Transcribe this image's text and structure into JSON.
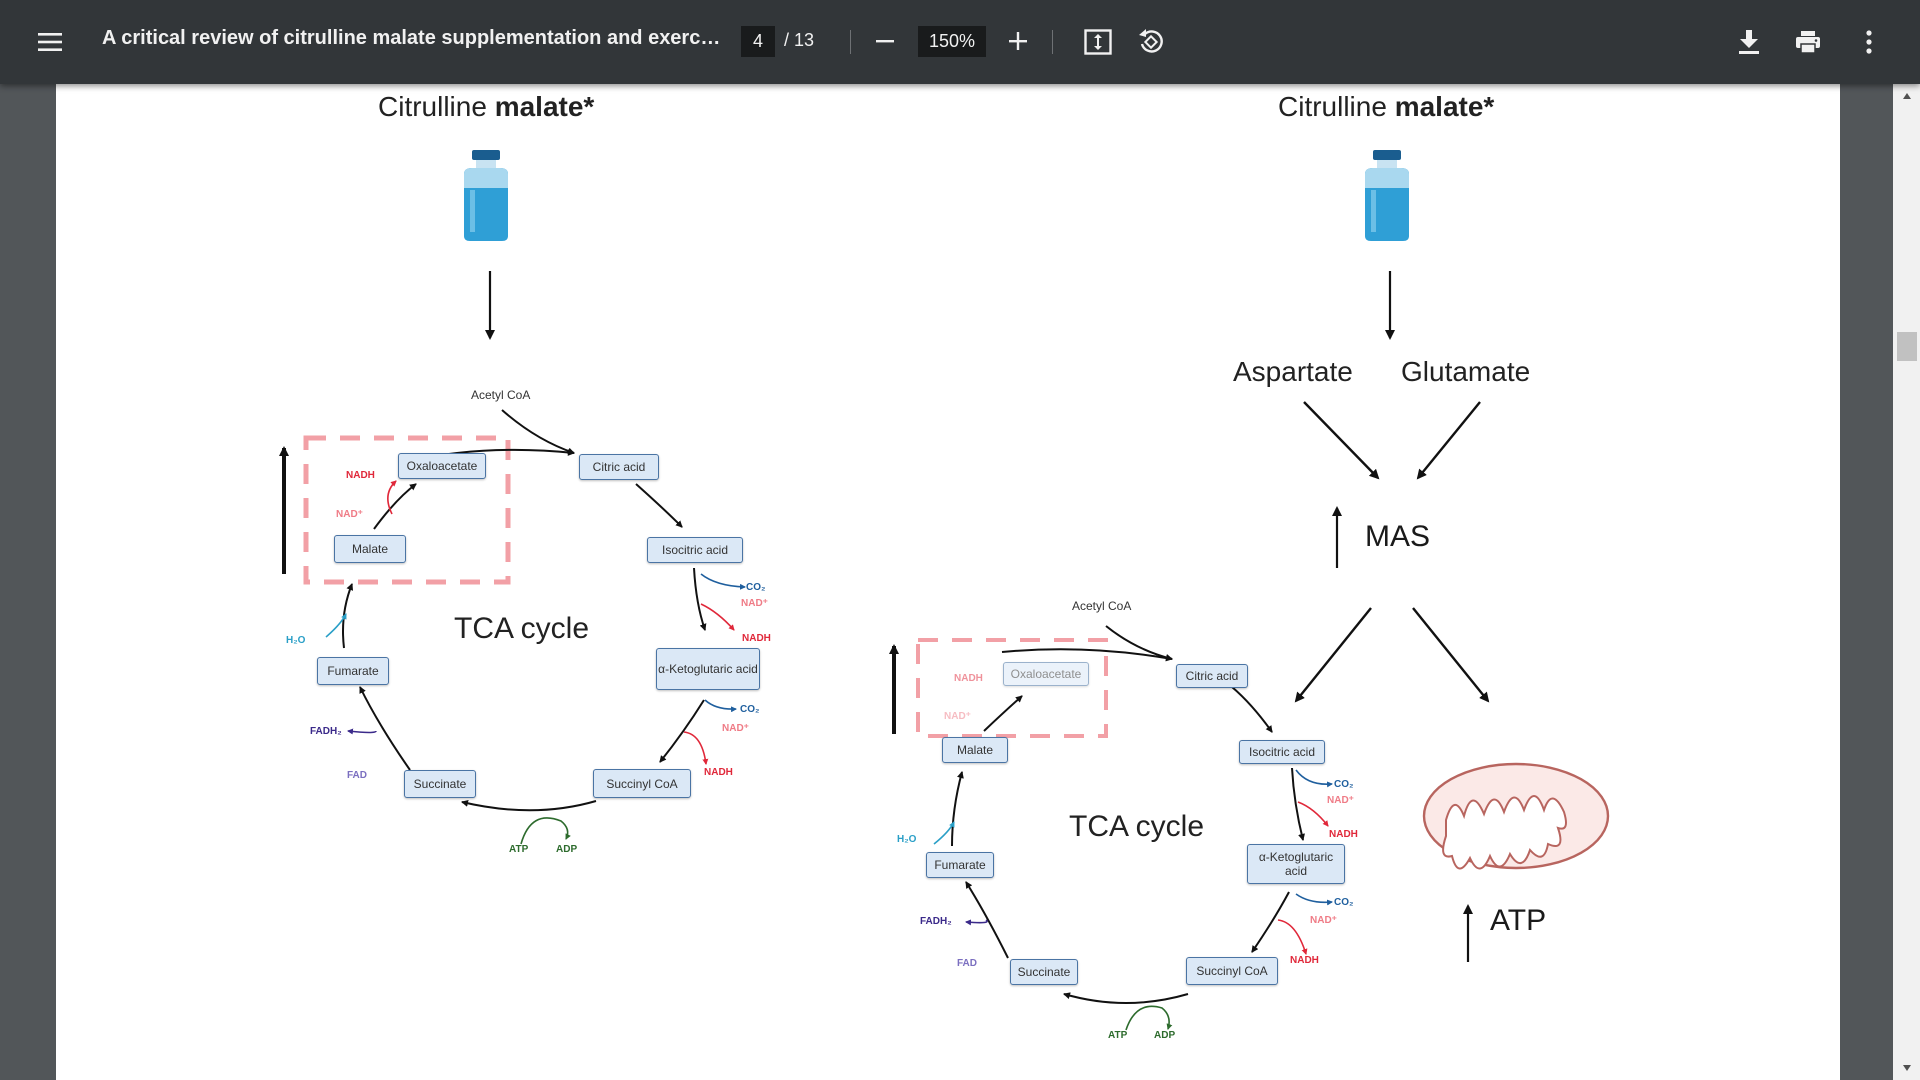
{
  "toolbar": {
    "menu_icon": "hamburger-menu-icon",
    "title": "A critical review of citrulline malate supplementation and exerci...",
    "page_current": "4",
    "page_total": "/ 13",
    "zoom": "150%",
    "zoom_out_icon": "minus-icon",
    "zoom_in_icon": "plus-icon",
    "fit_icon": "fit-to-page-icon",
    "rotate_icon": "rotate-icon",
    "download_icon": "download-icon",
    "print_icon": "print-icon",
    "more_icon": "more-vert-icon"
  },
  "figure": {
    "left": {
      "title_normal": "Citrulline ",
      "title_bold": "malate*",
      "cycle_label": "TCA cycle",
      "acetyl": "Acetyl CoA",
      "nodes": {
        "oxaloacetate": "Oxaloacetate",
        "citric": "Citric acid",
        "isocitric": "Isocitric acid",
        "ketoglutaric": "α-Ketoglutaric acid",
        "succinyl": "Succinyl CoA",
        "succinate": "Succinate",
        "fumarate": "Fumarate",
        "malate": "Malate"
      },
      "cofactors": {
        "nadh": "NADH",
        "nad": "NAD⁺",
        "co2": "CO₂",
        "h2o": "H₂O",
        "fadh2": "FADH₂",
        "fad": "FAD",
        "atp": "ATP",
        "adp": "ADP"
      }
    },
    "right": {
      "title_normal": "Citrulline ",
      "title_bold": "malate*",
      "aspartate": "Aspartate",
      "glutamate": "Glutamate",
      "mas": "MAS",
      "atp": "ATP",
      "cycle_label": "TCA cycle",
      "acetyl": "Acetyl CoA",
      "nodes": {
        "oxaloacetate": "Oxaloacetate",
        "citric": "Citric acid",
        "isocitric": "Isocitric acid",
        "ketoglutaric": "α-Ketoglutaric acid",
        "succinyl": "Succinyl CoA",
        "succinate": "Succinate",
        "fumarate": "Fumarate",
        "malate": "Malate"
      },
      "cofactors": {
        "nadh": "NADH",
        "nad": "NAD⁺",
        "co2": "CO₂",
        "h2o": "H₂O",
        "fadh2": "FADH₂",
        "fad": "FAD",
        "atp": "ATP",
        "adp": "ADP"
      }
    }
  },
  "colors": {
    "toolbar_bg": "#323639",
    "viewer_bg": "#525659",
    "node_fill": "#dbe8f6",
    "node_border": "#4a74a4",
    "highlight_dash": "#f2a0a6",
    "nadh_red": "#e0283a",
    "co2_blue": "#1f5f9e"
  }
}
